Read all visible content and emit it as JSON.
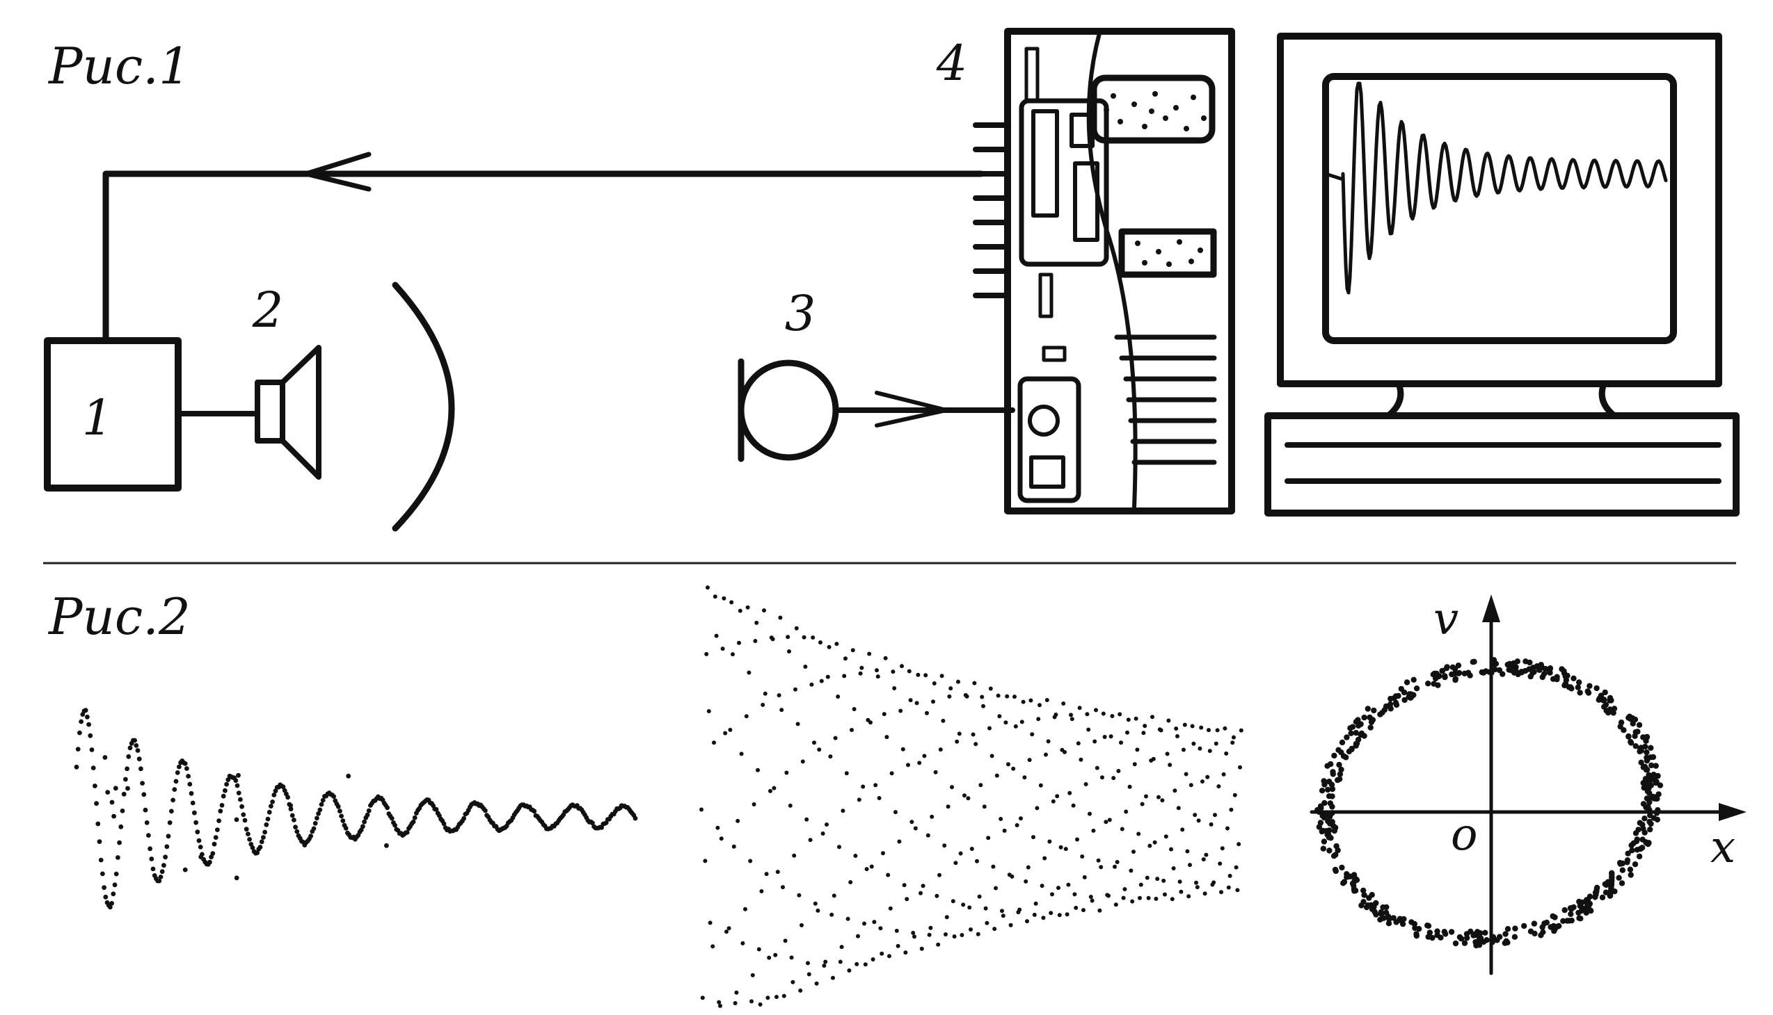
{
  "figure1": {
    "title": "Рис.1",
    "labels": {
      "generator": "1",
      "speaker": "2",
      "microphone": "3",
      "computer": "4"
    }
  },
  "figure2": {
    "title": "Рис.2",
    "phase_plot": {
      "v_label": "v",
      "x_label": "x",
      "origin_label": "o"
    }
  },
  "icons": [
    "generator-box",
    "speaker-icon",
    "reflector-arc",
    "microphone-icon",
    "computer-tower-icon",
    "monitor-icon",
    "arrow-icon"
  ]
}
